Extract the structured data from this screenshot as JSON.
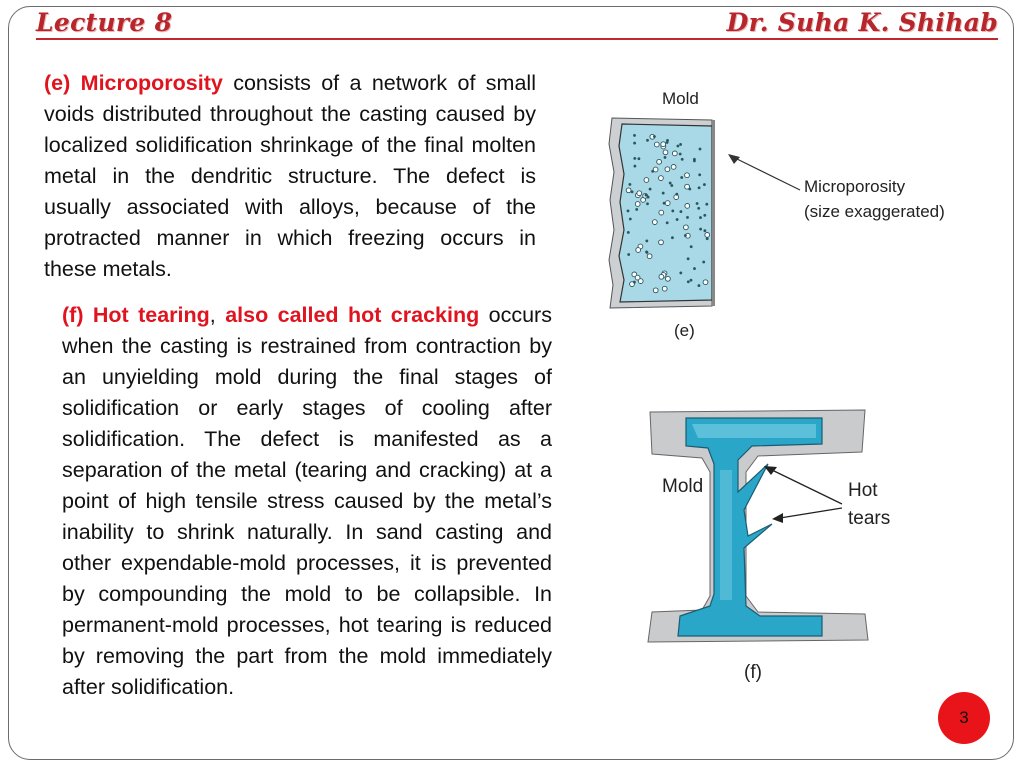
{
  "header": {
    "left": "Lecture 8",
    "right": "Dr. Suha K. Shihab"
  },
  "section_e": {
    "prefix": "(e)",
    "term": "Microporosity",
    "text": "consists of a network of small voids distributed throughout the casting caused by localized solidification shrinkage of the final molten metal in the dendritic structure. The defect is usually associated with alloys, because of the protracted manner in which freezing occurs in these metals."
  },
  "section_f": {
    "prefix": "(f)",
    "term": "Hot tearing",
    "comma": ",",
    "aka": "also called hot cracking",
    "text": "occurs when the casting is restrained from contraction by an unyielding mold during the final stages of solidification or early stages of cooling after solidification. The defect is manifested as a separation of the metal (tearing and cracking) at a point of high tensile stress caused by the metal’s inability to shrink naturally. In sand casting and other expendable-mold processes, it is prevented by compounding the mold to be collapsible. In permanent-mold processes, hot tearing is reduced by removing the part from the mold immediately after solidification."
  },
  "figure_e": {
    "mold_label": "Mold",
    "callout_line1": "Microporosity",
    "callout_line2": "(size exaggerated)",
    "caption": "(e)"
  },
  "figure_f": {
    "mold_label": "Mold",
    "callout_line1": "Hot",
    "callout_line2": "tears",
    "caption": "(f)"
  },
  "page_number": "3",
  "colors": {
    "accent_red": "#e0141e",
    "header_red": "#b7262b",
    "metal_blue": "#2aa6c8",
    "micro_fill": "#a9d9e6",
    "mold_gray": "#c9cbcd"
  }
}
